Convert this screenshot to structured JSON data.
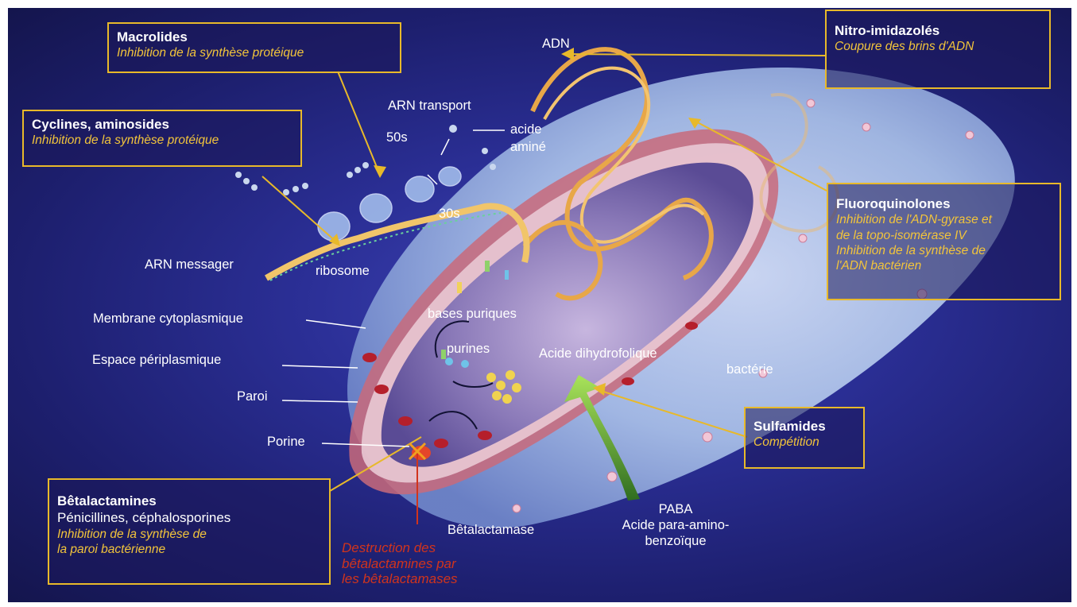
{
  "boxes": {
    "macrolides": {
      "title": "Macrolides",
      "desc": "Inhibition de la synthèse protéique"
    },
    "cyclines": {
      "title": "Cyclines, aminosides",
      "desc": "Inhibition de la synthèse protéique"
    },
    "nitro": {
      "title": "Nitro-imidazolés",
      "desc": "Coupure des brins d'ADN"
    },
    "fluoro": {
      "title": "Fluoroquinolones",
      "desc": [
        "Inhibition de l'ADN-gyrase et",
        "de la topo-isomérase IV",
        "Inhibition de la synthèse de",
        "l'ADN bactérien"
      ]
    },
    "sulfamides": {
      "title": "Sulfamides",
      "desc": "Compétition"
    },
    "betalactamines": {
      "title": "Bêtalactamines",
      "sub": "Pénicillines, céphalosporines",
      "desc": [
        "Inhibition de la synthèse de",
        "la paroi bactérienne"
      ]
    }
  },
  "labels": {
    "adn": "ADN",
    "arn_transport": "ARN transport",
    "acide_amine_1": "acide",
    "acide_amine_2": "aminé",
    "s50": "50s",
    "s30": "30s",
    "arn_messager": "ARN messager",
    "ribosome": "ribosome",
    "membrane": "Membrane cytoplasmique",
    "espace": "Espace périplasmique",
    "paroi": "Paroi",
    "porine": "Porine",
    "bases_puriques": "bases puriques",
    "purines": "purines",
    "acide_dihydrofolique": "Acide dihydrofolique",
    "bacterie": "bactérie",
    "betalactamase": "Bêtalactamase",
    "paba_1": "PABA",
    "paba_2": "Acide para-amino-",
    "paba_3": "benzoïque"
  },
  "destruction": [
    "Destruction des",
    "bêtalactamines par",
    "les bêtalactamases"
  ],
  "colors": {
    "background": "#2b2f96",
    "box_border": "#e8b92a",
    "desc_text": "#f2c43b",
    "destruction_text": "#d1341c",
    "cell_body": "#a9c0e8",
    "cytoplasm": "#8a79b8",
    "dna": "#e8a748",
    "arrow_green": "#7fc23a"
  }
}
